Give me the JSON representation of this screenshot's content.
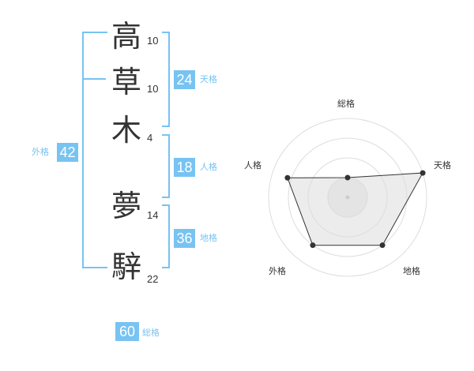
{
  "name": {
    "chars": [
      {
        "char": "高",
        "strokes": "10"
      },
      {
        "char": "草",
        "strokes": "10"
      },
      {
        "char": "木",
        "strokes": "4"
      },
      {
        "char": "夢",
        "strokes": "14"
      },
      {
        "char": "騂",
        "strokes": "22"
      }
    ]
  },
  "kakusu": {
    "tenkaku": {
      "value": "24",
      "label": "天格"
    },
    "jinkaku": {
      "value": "18",
      "label": "人格"
    },
    "chikaku": {
      "value": "36",
      "label": "地格"
    },
    "gaikaku": {
      "value": "42",
      "label": "外格"
    },
    "soukaku": {
      "value": "60",
      "label": "総格"
    }
  },
  "radar": {
    "axes": [
      "総格",
      "天格",
      "地格",
      "外格",
      "人格"
    ],
    "levels": 4,
    "values": [
      0.25,
      1.0,
      0.75,
      0.75,
      0.8
    ],
    "colors": {
      "fill": "#eeeeee",
      "stroke": "#333333",
      "grid": "#dddddd",
      "inner": "#d8d8d8"
    }
  }
}
